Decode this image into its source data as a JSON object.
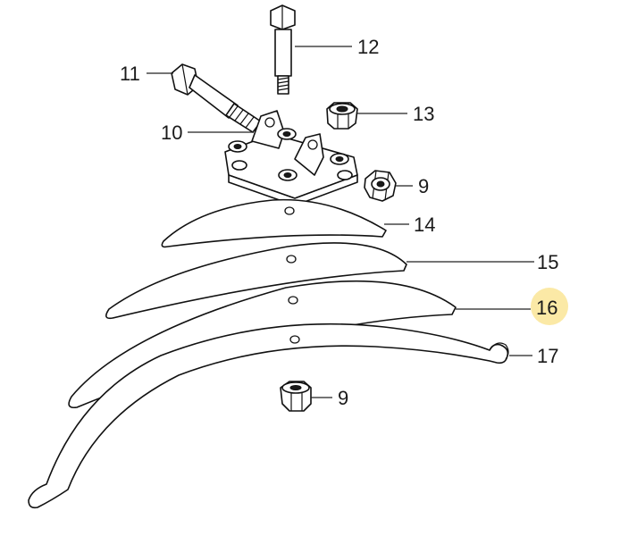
{
  "callouts": [
    {
      "id": "9a",
      "label": "9"
    },
    {
      "id": "9b",
      "label": "9"
    },
    {
      "id": "10",
      "label": "10"
    },
    {
      "id": "11",
      "label": "11"
    },
    {
      "id": "12",
      "label": "12"
    },
    {
      "id": "13",
      "label": "13"
    },
    {
      "id": "14",
      "label": "14"
    },
    {
      "id": "15",
      "label": "15"
    },
    {
      "id": "16",
      "label": "16",
      "highlighted": true
    },
    {
      "id": "17",
      "label": "17"
    }
  ],
  "highlight_color": "#fbe9a6",
  "line_color": "#111111"
}
